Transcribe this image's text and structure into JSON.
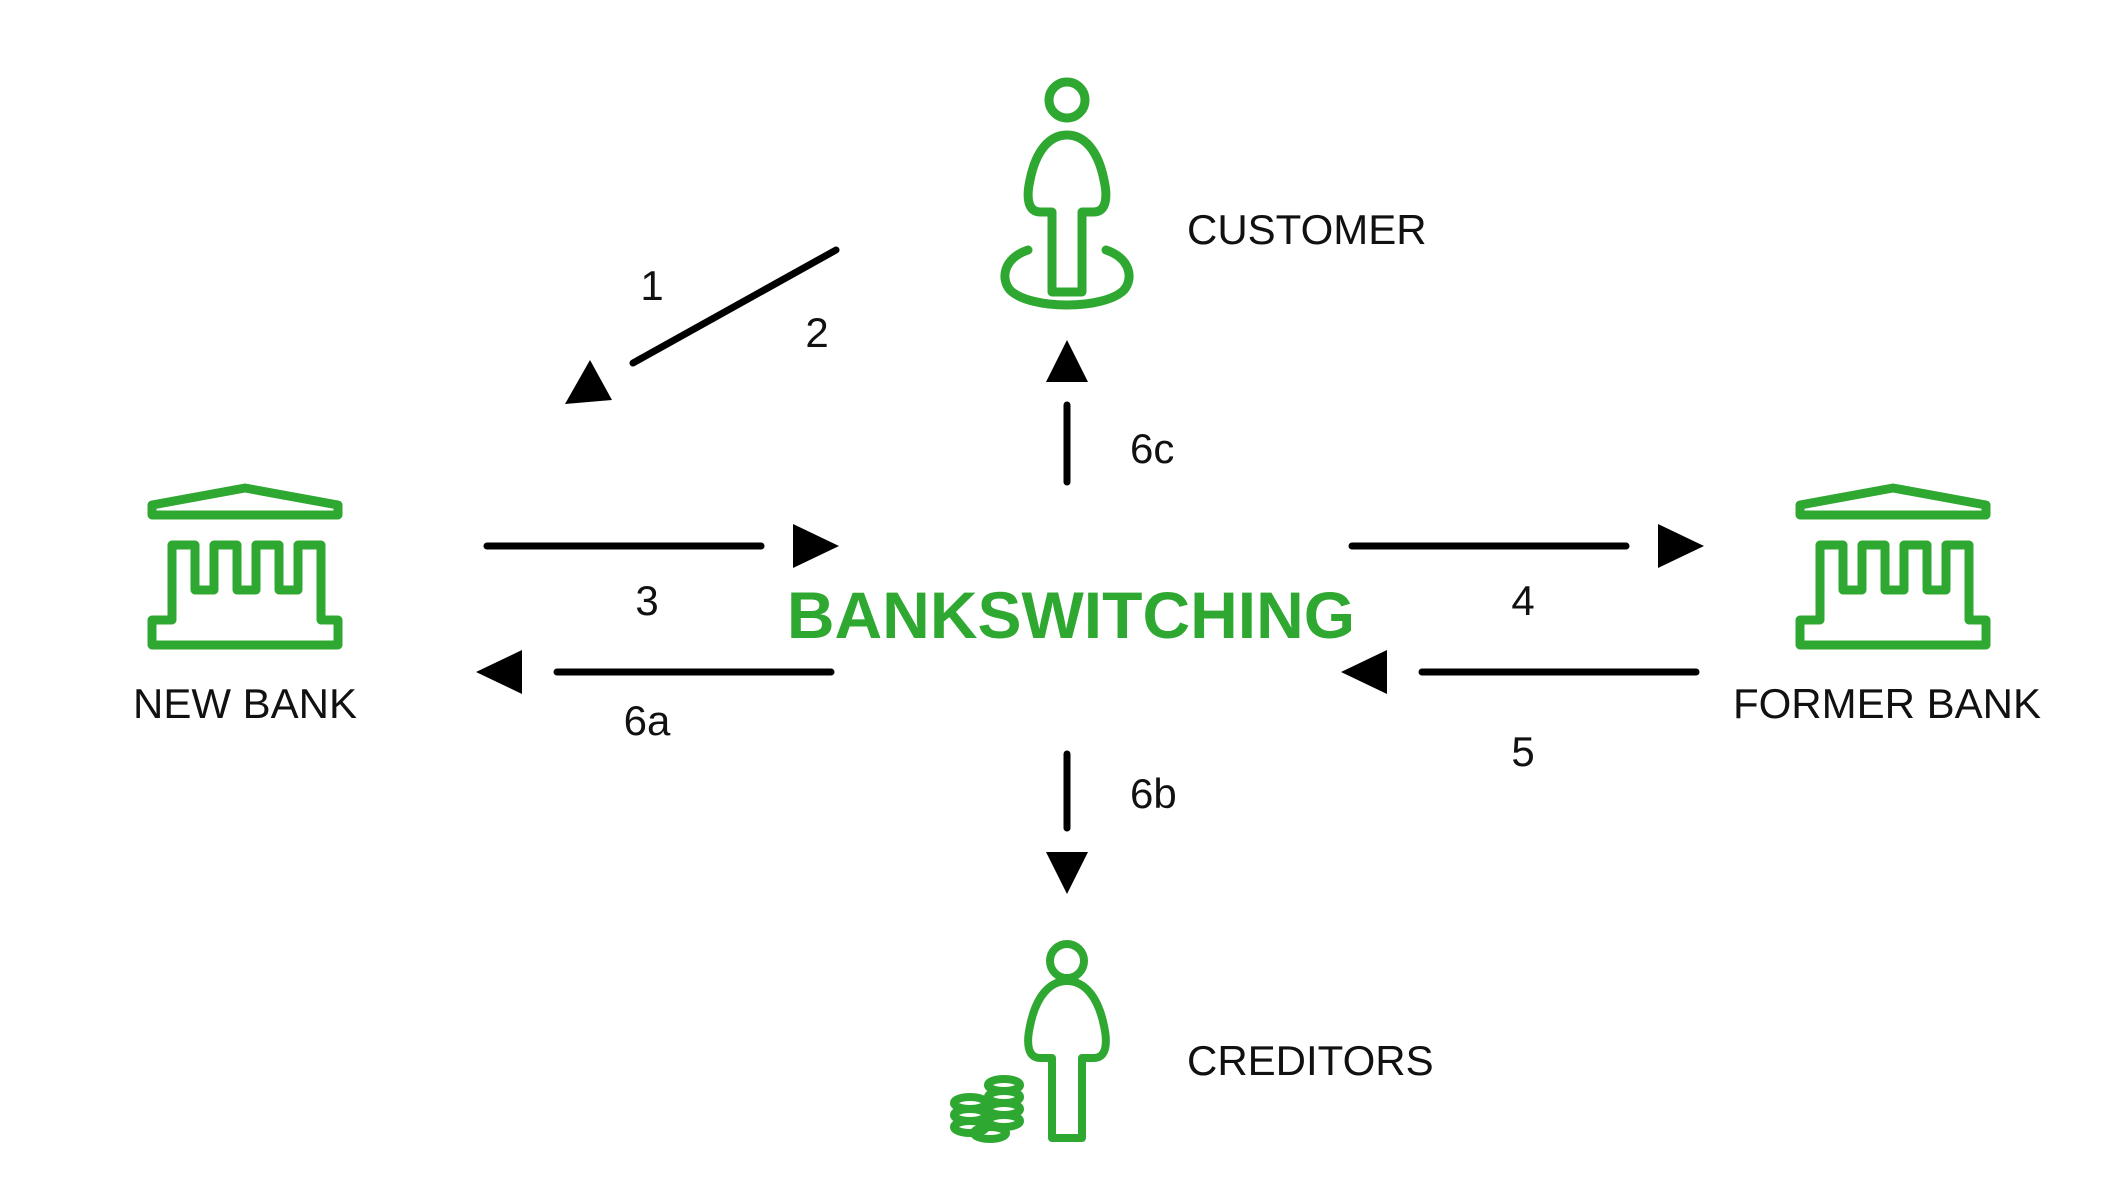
{
  "colors": {
    "accent": "#2fa832",
    "ink": "#000000"
  },
  "center": {
    "label": "BANKSWITCHING"
  },
  "entities": {
    "new_bank": {
      "label": "NEW BANK",
      "icon": "bank-icon"
    },
    "former_bank": {
      "label": "FORMER BANK",
      "icon": "bank-icon"
    },
    "customer": {
      "label": "CUSTOMER",
      "icon": "person-icon"
    },
    "creditors": {
      "label": "CREDITORS",
      "icon": "person-with-coins-icon"
    }
  },
  "steps": {
    "s1": "1",
    "s2": "2",
    "s3": "3",
    "s4": "4",
    "s5": "5",
    "s6a": "6a",
    "s6b": "6b",
    "s6c": "6c"
  }
}
